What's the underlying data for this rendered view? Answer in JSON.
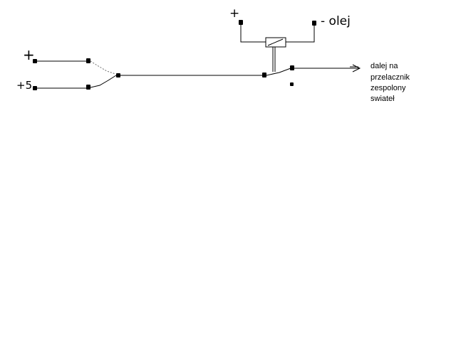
{
  "labels": {
    "plus_top": "+",
    "plus_left": "+",
    "plus_15": "+5",
    "minus_oil": "- olej",
    "note_line1": "dalej na",
    "note_line2": "przelacznik",
    "note_line3": "zespolony",
    "note_line4": "swiateł"
  },
  "colors": {
    "ink": "#000000",
    "background": "#ffffff"
  }
}
